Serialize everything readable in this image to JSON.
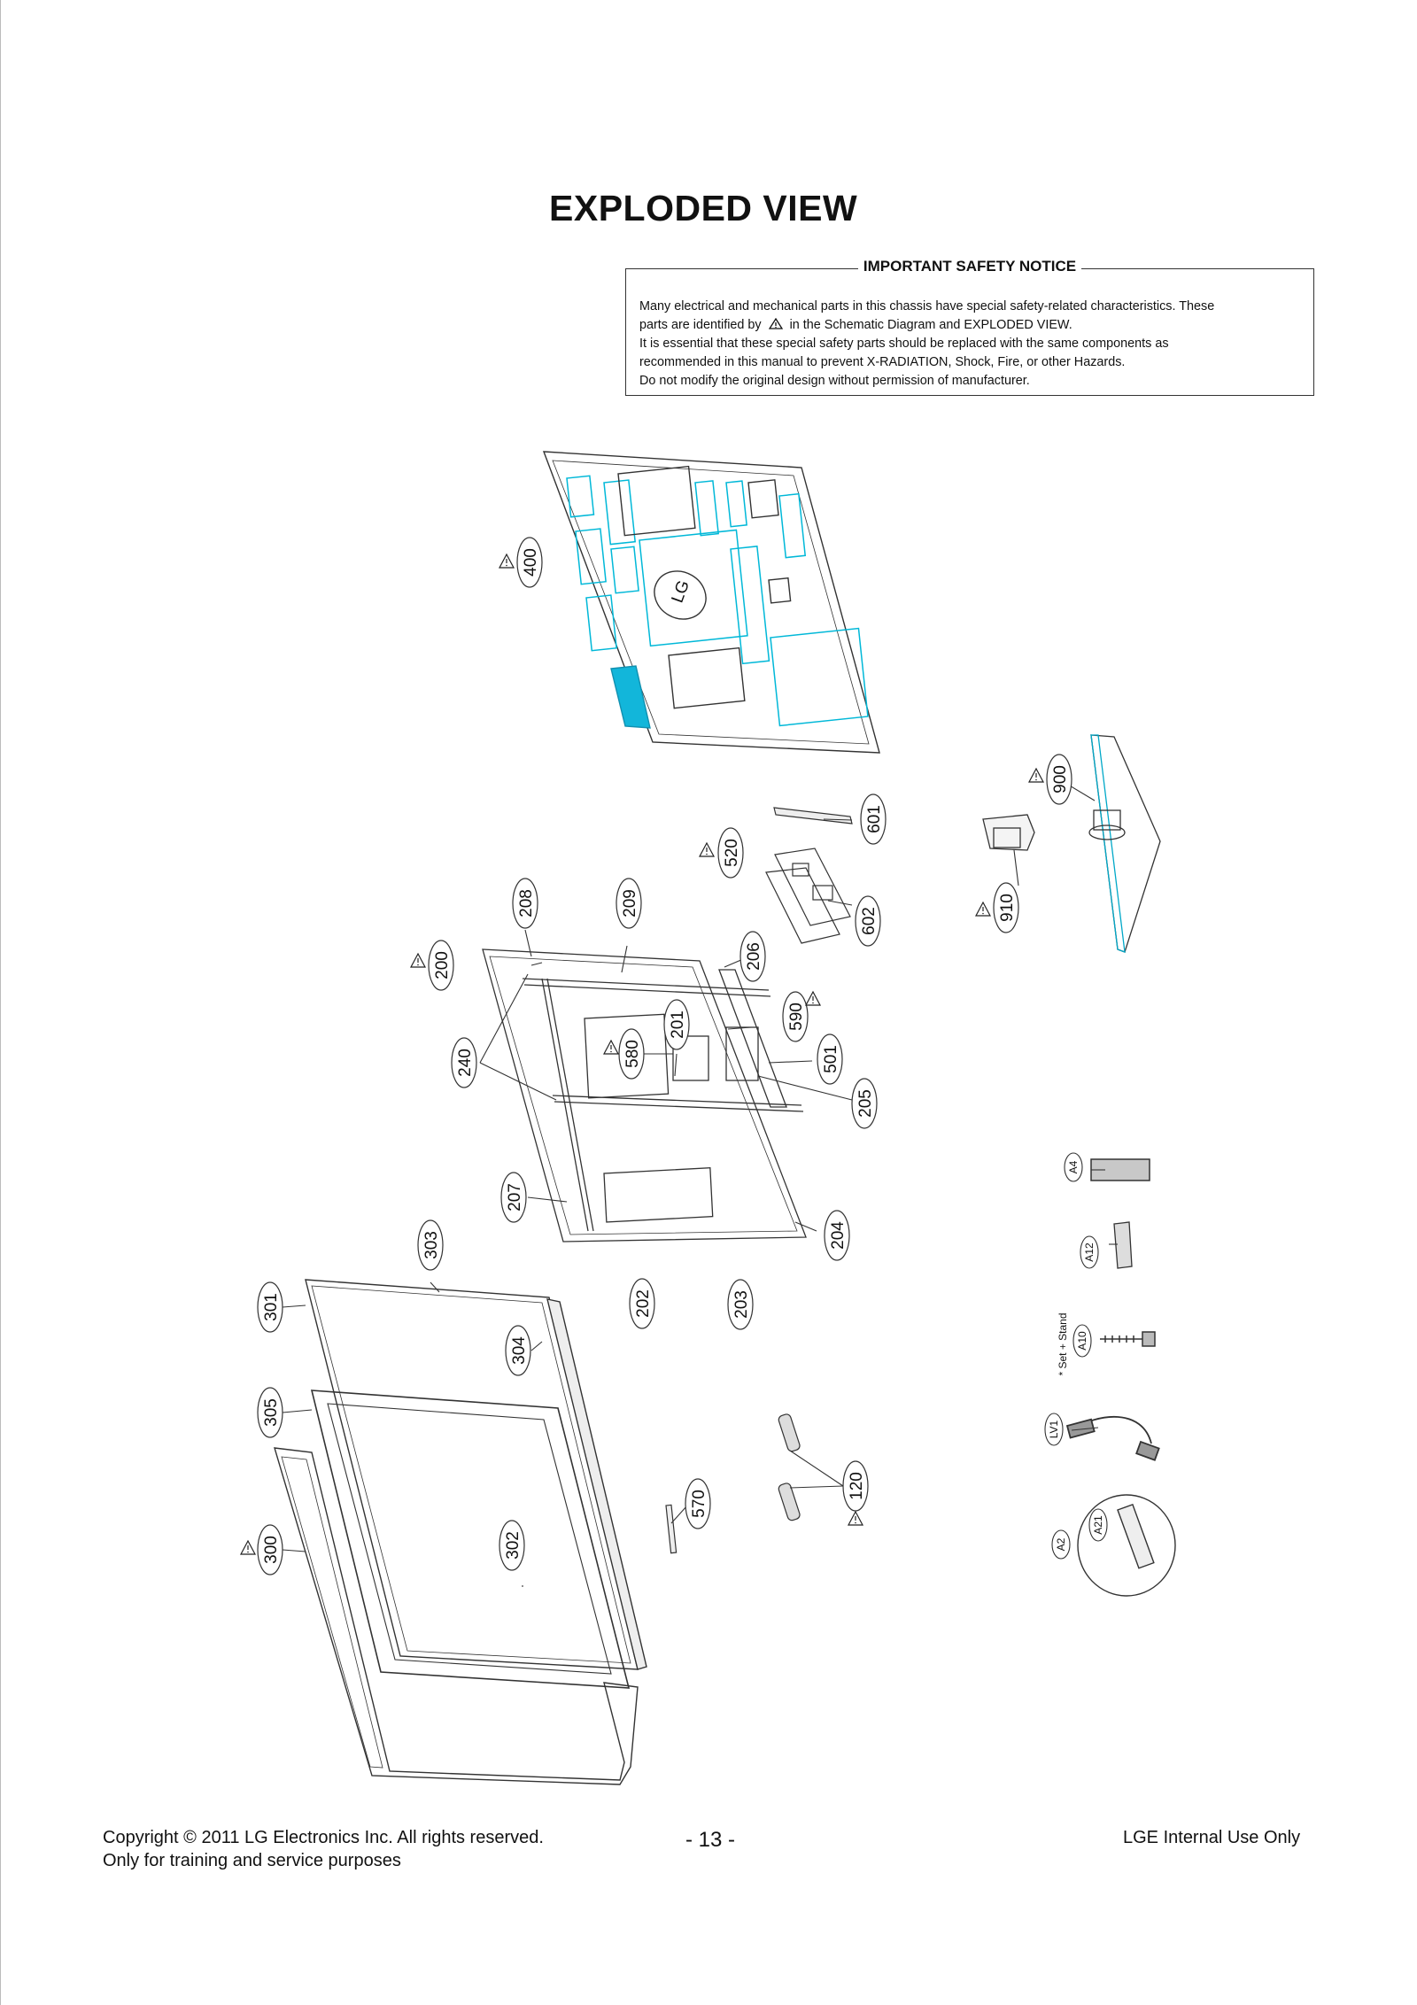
{
  "page": {
    "title": "EXPLODED VIEW",
    "page_number": "- 13 -"
  },
  "notice": {
    "heading": "IMPORTANT SAFETY NOTICE",
    "line1": "Many electrical and mechanical parts in this chassis have special safety-related characteristics. These",
    "line2_pre": "parts are identified by",
    "line2_post": "in the Schematic Diagram and EXPLODED VIEW.",
    "line3": "It is essential that these special safety parts should be replaced with the same components as",
    "line4": "recommended in this manual to prevent X-RADIATION, Shock, Fire, or other Hazards.",
    "line5": "Do not modify the original design without permission of manufacturer.",
    "warning_icon": "warning-triangle-icon"
  },
  "callouts": {
    "c400": "400",
    "c900": "900",
    "c601": "601",
    "c520": "520",
    "c602": "602",
    "c910": "910",
    "c208": "208",
    "c209": "209",
    "c200": "200",
    "c206": "206",
    "c240": "240",
    "c580": "580",
    "c201": "201",
    "c590": "590",
    "c501": "501",
    "c205": "205",
    "c207": "207",
    "c204": "204",
    "c303": "303",
    "c202": "202",
    "c203": "203",
    "c301": "301",
    "c304": "304",
    "c305": "305",
    "c120": "120",
    "c570": "570",
    "c300": "300",
    "c302": "302",
    "cA4": "A4",
    "cA12": "A12",
    "cA10": "A10",
    "cLV1": "LV1",
    "cA2": "A2",
    "cA21": "A21"
  },
  "set_stand_note": "* Set + Stand",
  "logo_text": "LG",
  "colors": {
    "accent_cyan": "#00b8d8",
    "line": "#333333"
  },
  "footer": {
    "copyright": "Copyright © 2011 LG Electronics Inc. All rights reserved.",
    "training": "Only for training and service purposes",
    "internal": "LGE Internal Use Only"
  }
}
